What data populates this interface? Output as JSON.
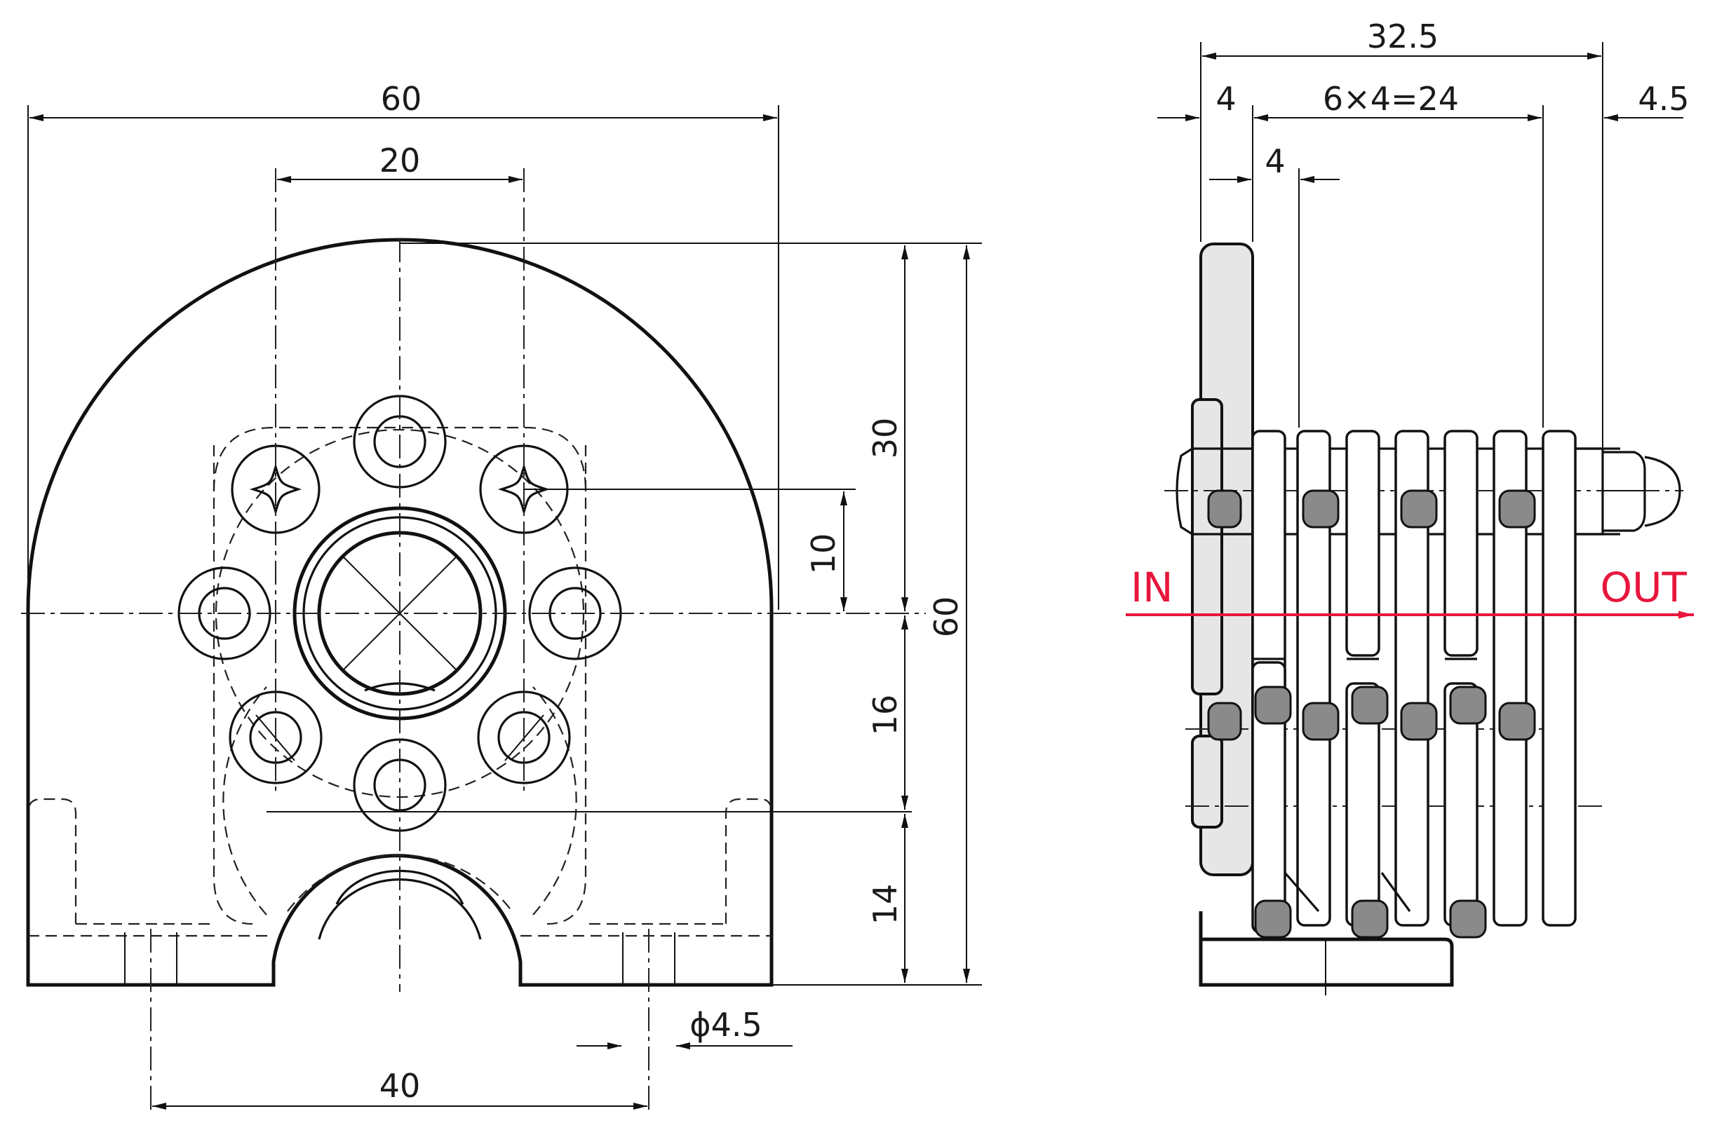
{
  "front_view": {
    "dims": {
      "overall_width": "60",
      "hole_spacing_top": "20",
      "height_upper": "30",
      "offset_10": "10",
      "height_mid": "16",
      "height_bottom": "14",
      "overall_height": "60",
      "mount_hole_dia": "ϕ4.5",
      "mount_spacing": "40"
    }
  },
  "side_view": {
    "dims": {
      "overall_length": "32.5",
      "plate_thickness": "4",
      "stack": "6×4=24",
      "nut_length": "4.5",
      "pitch": "4"
    },
    "flow": {
      "in_label": "IN",
      "out_label": "OUT",
      "color": "#e8163c"
    }
  }
}
